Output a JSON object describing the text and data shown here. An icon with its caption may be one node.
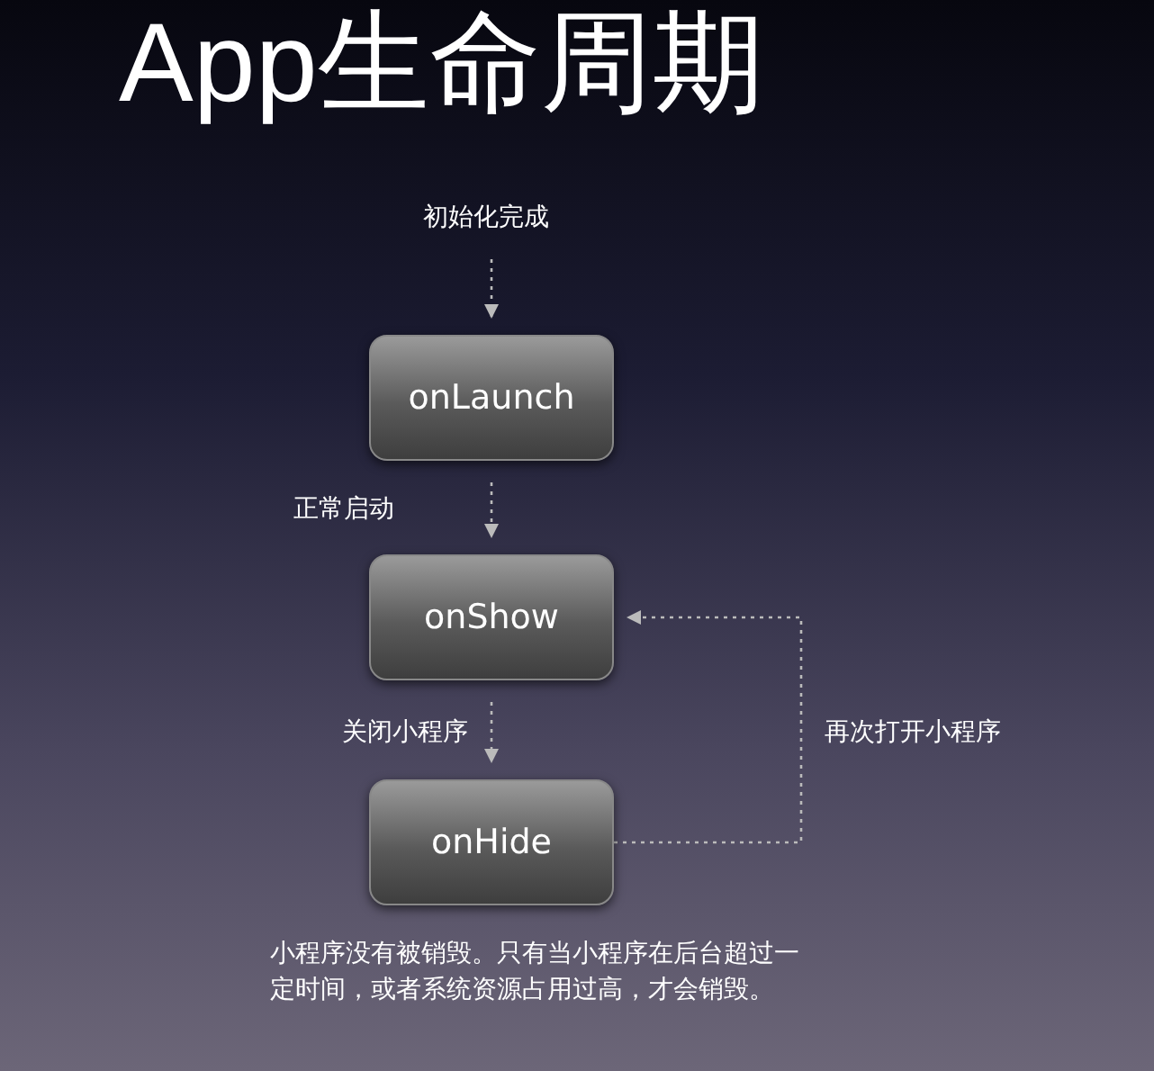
{
  "diagram": {
    "title": "App生命周期",
    "nodes": [
      {
        "text": [
          "初始化完成"
        ]
      },
      {
        "text": [
          "onLaunch"
        ]
      },
      {
        "text": [
          "onShow"
        ]
      },
      {
        "text": [
          "onHide"
        ],
        "beside": [
          "小程序没有被销毁。只有当小程序在后台超过一定时间，或者系统资源占用过高，才会销毁。"
        ]
      }
    ],
    "edges": [
      {
        "from": 0,
        "to": 1,
        "arrow": "to",
        "style": "dashed"
      },
      {
        "from": 1,
        "to": 2,
        "arrow": "to",
        "style": "dashed",
        "label": "正常启动"
      },
      {
        "from": 2,
        "to": 3,
        "arrow": "to",
        "style": "dashed",
        "label": "关闭小程序"
      },
      {
        "from": 3,
        "to": 2,
        "arrow": "to",
        "style": "dashed",
        "label": "再次打开小程序"
      }
    ]
  }
}
